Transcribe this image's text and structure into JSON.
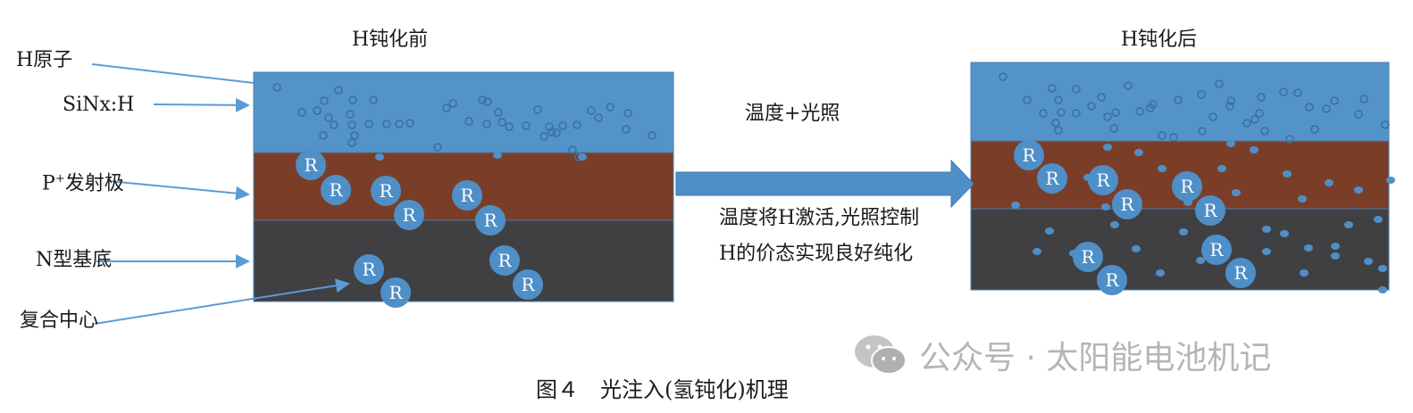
{
  "title_before": "H钝化前",
  "title_after": "H钝化后",
  "labels": {
    "h_atom": "H原子",
    "sinx": "SiNx:H",
    "p_emitter_prefix": "P",
    "p_emitter_sup": "+",
    "p_emitter_rest": "发射极",
    "n_substrate": "N型基底",
    "recomb_center": "复合中心"
  },
  "recomb_symbol": "R",
  "arrow_label": "温度+光照",
  "explanation": "温度将H激活,光照控制H的价态实现良好纯化",
  "watermark": "公众号 · 太阳能电池机记",
  "caption": "图４　光注入(氢钝化)机理",
  "colors": {
    "sinx": "#5393c9",
    "emitter": "#7a3e28",
    "substrate": "#404042",
    "accent": "#4f8fc8"
  }
}
